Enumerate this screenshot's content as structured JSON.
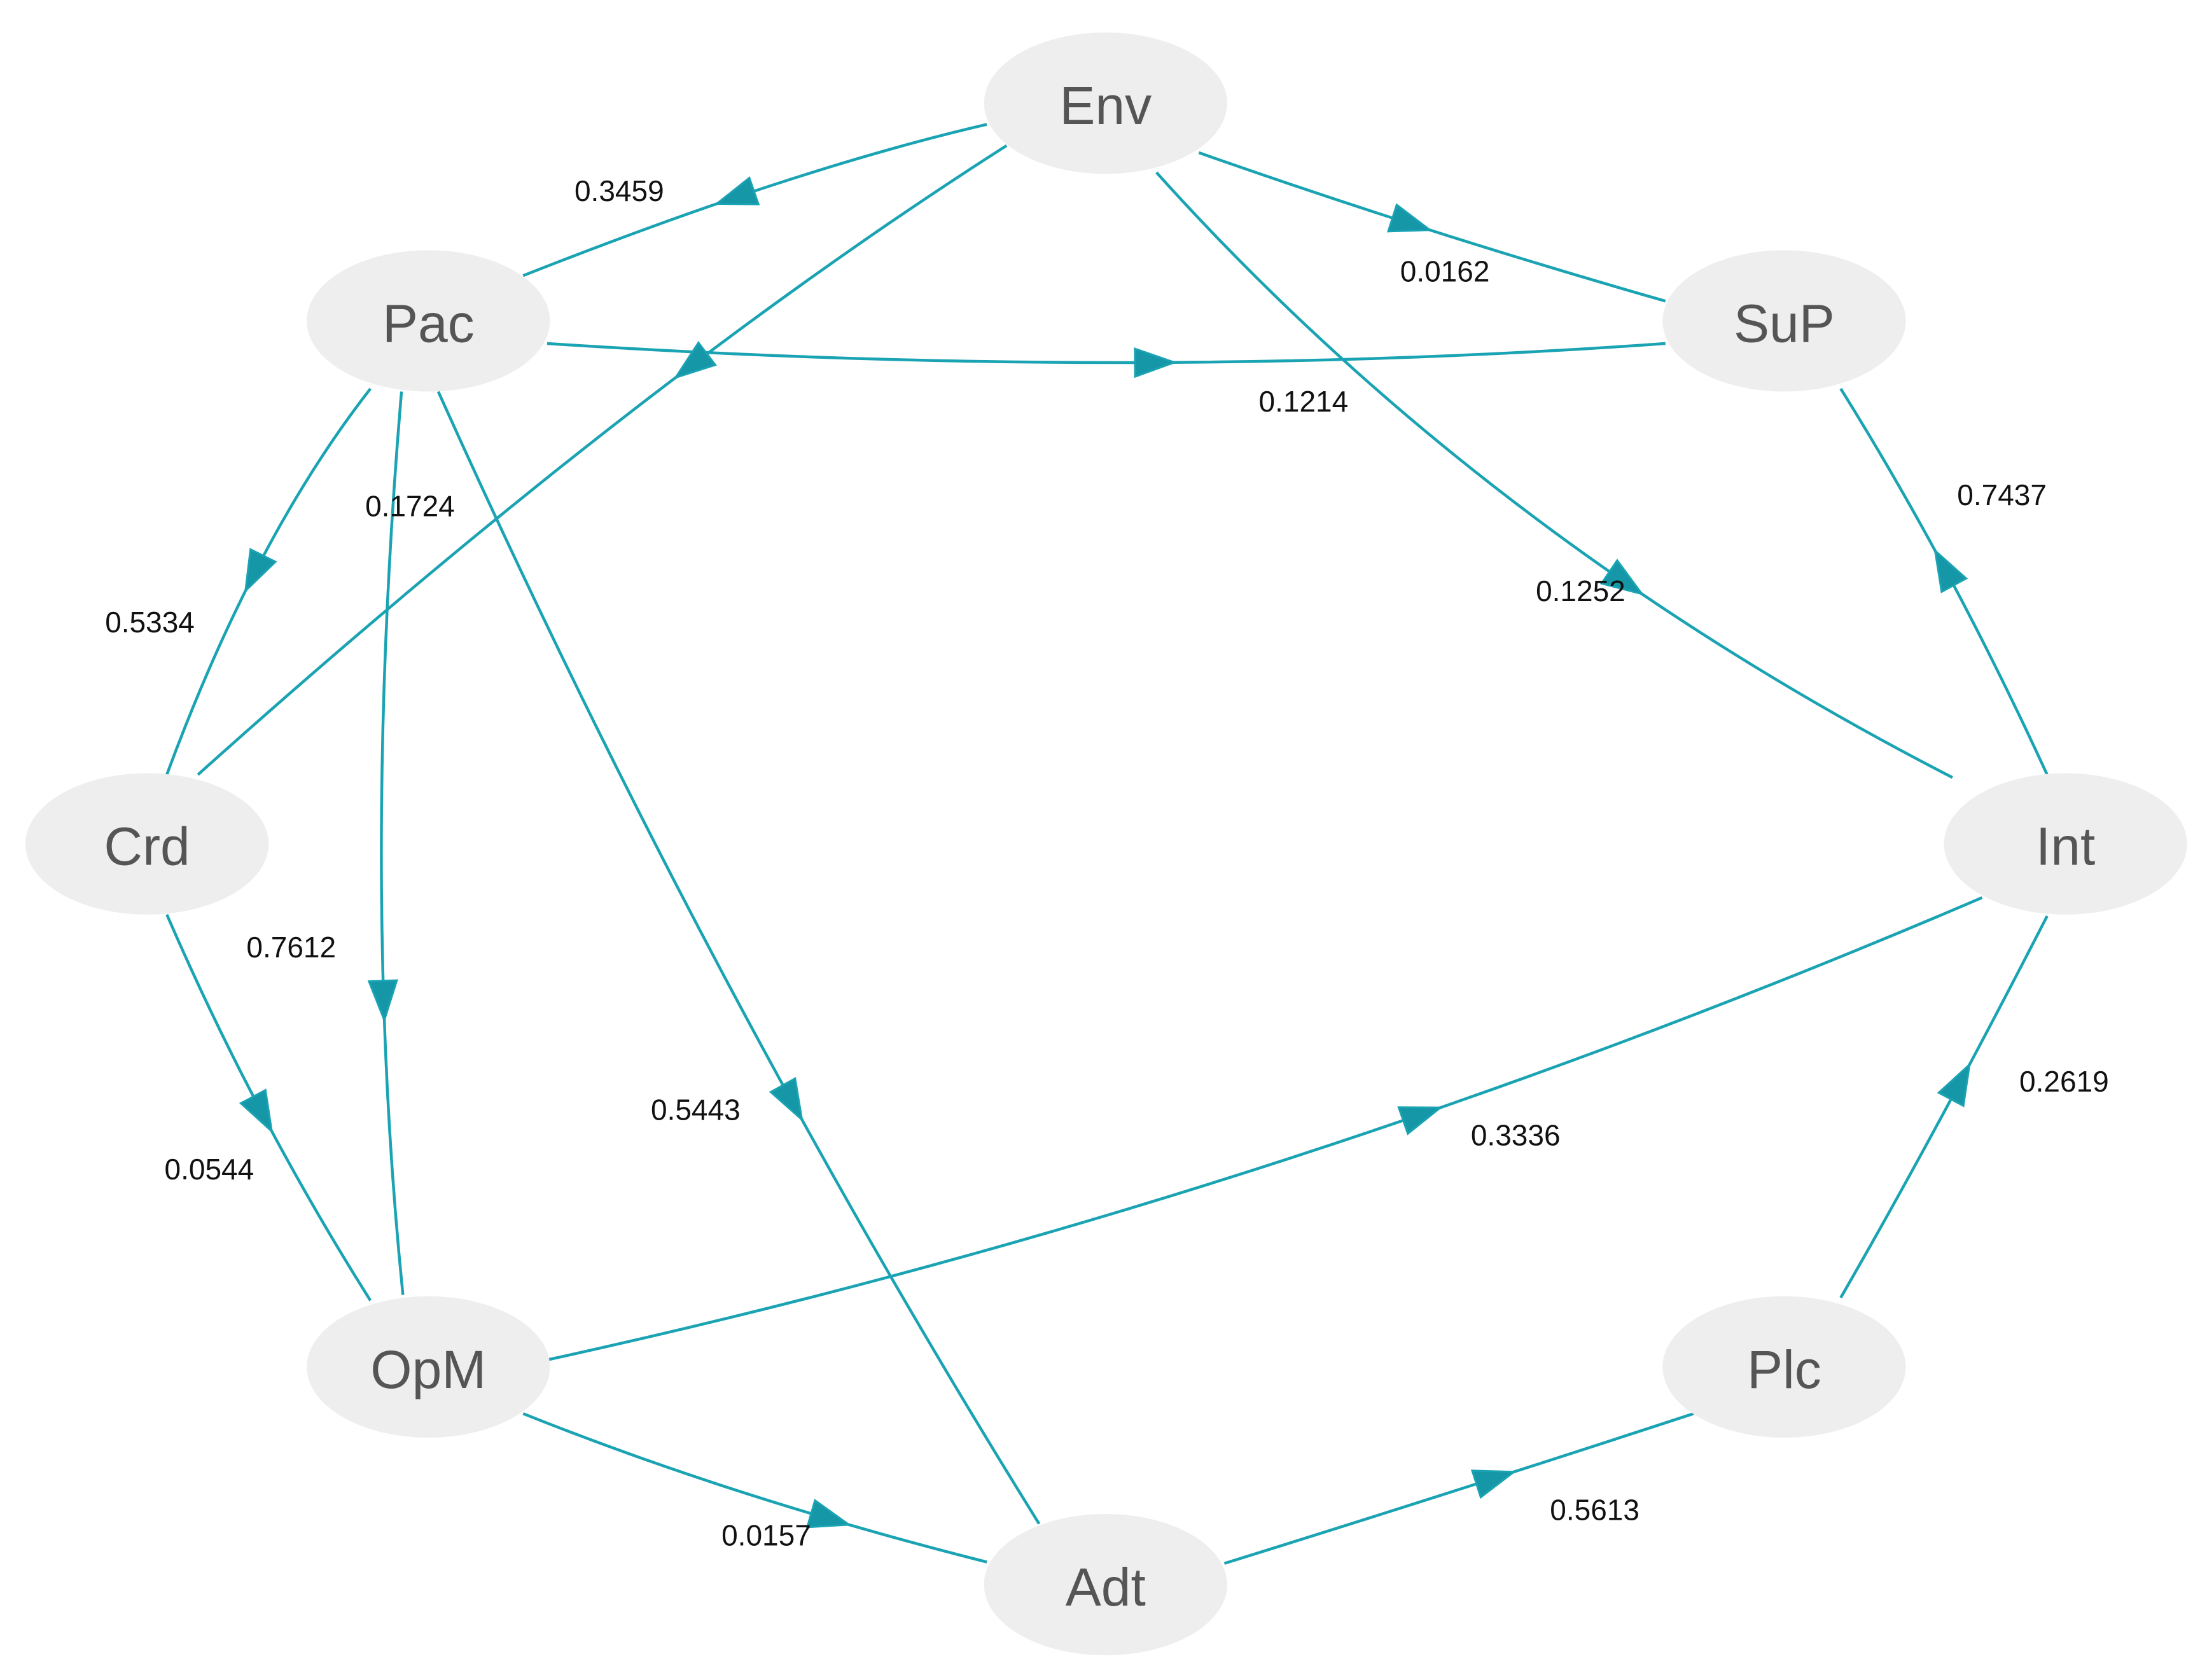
{
  "colors": {
    "edge": "#1aa3b3",
    "arrow_fill": "#1597a8",
    "node_fill": "#eeeeee",
    "node_text": "#555555",
    "label_text": "#111111"
  },
  "nodes": [
    {
      "id": "Env",
      "label": "Env"
    },
    {
      "id": "Pac",
      "label": "Pac"
    },
    {
      "id": "SuP",
      "label": "SuP"
    },
    {
      "id": "Crd",
      "label": "Crd"
    },
    {
      "id": "Int",
      "label": "Int"
    },
    {
      "id": "OpM",
      "label": "OpM"
    },
    {
      "id": "Plc",
      "label": "Plc"
    },
    {
      "id": "Adt",
      "label": "Adt"
    }
  ],
  "edges": [
    {
      "from": "Env",
      "to": "Pac",
      "weight": "0.3459"
    },
    {
      "from": "Env",
      "to": "SuP",
      "weight": "0.0162"
    },
    {
      "from": "Pac",
      "to": "SuP",
      "weight": "0.1214"
    },
    {
      "from": "Env",
      "to": "Crd",
      "weight": "0.1724"
    },
    {
      "from": "Env",
      "to": "Int",
      "weight": "0.1252"
    },
    {
      "from": "Int",
      "to": "SuP",
      "weight": "0.7437"
    },
    {
      "from": "Pac",
      "to": "Crd",
      "weight": "0.5334"
    },
    {
      "from": "Pac",
      "to": "OpM",
      "weight": "0.7612"
    },
    {
      "from": "Pac",
      "to": "Adt",
      "weight": "0.5443"
    },
    {
      "from": "Crd",
      "to": "OpM",
      "weight": "0.0544"
    },
    {
      "from": "OpM",
      "to": "Int",
      "weight": "0.3336"
    },
    {
      "from": "Plc",
      "to": "Int",
      "weight": "0.2619"
    },
    {
      "from": "OpM",
      "to": "Adt",
      "weight": "0.0157"
    },
    {
      "from": "Adt",
      "to": "Plc",
      "weight": "0.5613"
    }
  ]
}
